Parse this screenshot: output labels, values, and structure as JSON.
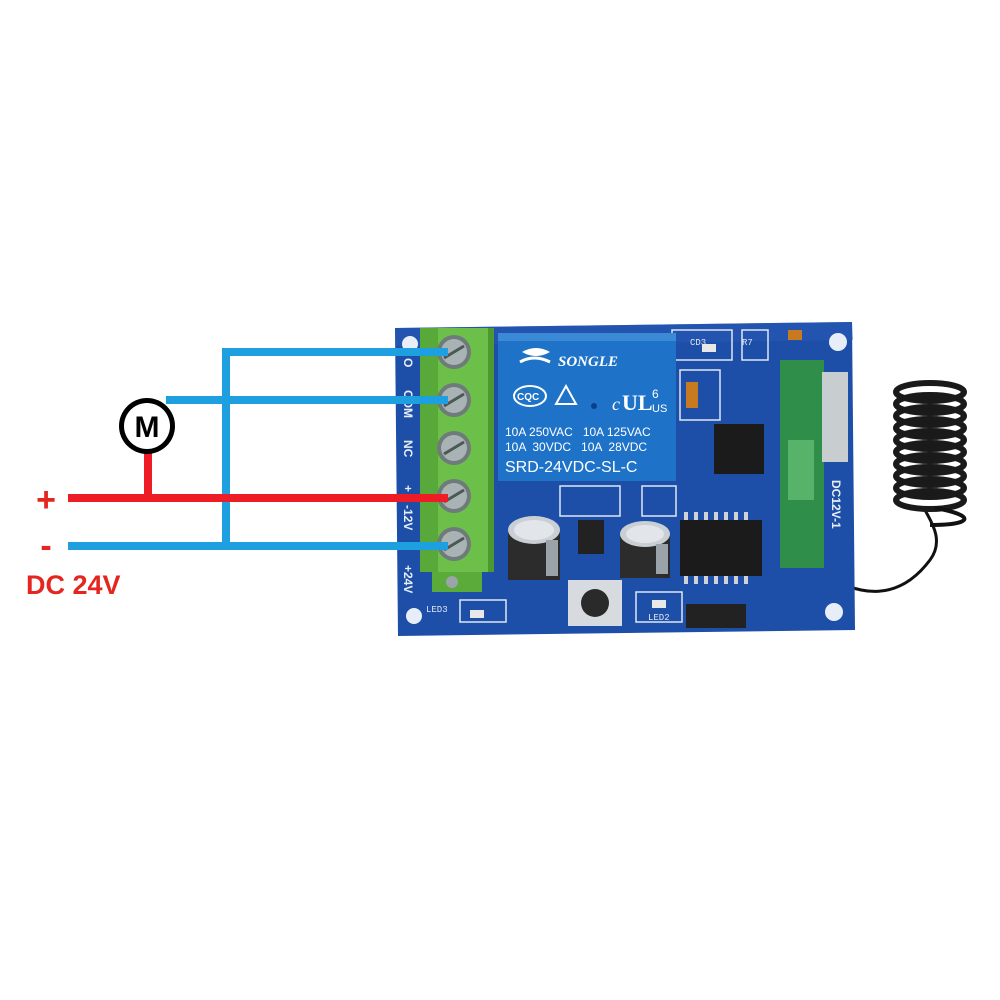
{
  "power": {
    "plus_label": "+",
    "minus_label": "-",
    "supply_label": "DC 24V"
  },
  "motor": {
    "symbol": "M"
  },
  "terminal_labels": [
    "O",
    "COM",
    "NC",
    "+",
    "-12V",
    "+24V"
  ],
  "relay": {
    "brand": "SONGLE",
    "cert_left": "CQC",
    "cert_right": "US",
    "cert_num": "6",
    "rating_1": "10A 250VAC   10A 125VAC",
    "rating_2": "10A  30VDC   10A  28VDC",
    "model": "SRD-24VDC-SL-C"
  },
  "module_label": "DC12V-1",
  "colors": {
    "wire_blue": "#1e9fe0",
    "wire_red": "#ee1c25",
    "pcb": "#1d4fa8",
    "terminal": "#6cc04a",
    "relay": "#1e73c9",
    "label_red": "#e5251f"
  }
}
